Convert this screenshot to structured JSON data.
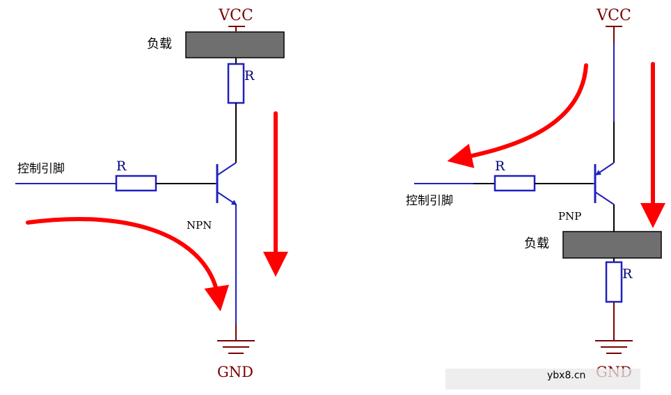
{
  "colors": {
    "wire_blue": "#1f1fbf",
    "wire_black": "#000000",
    "power_red": "#7a0000",
    "arrow_red": "#ff0000",
    "load_fill": "#6f6f6f"
  },
  "npn_circuit": {
    "vcc_label": "VCC",
    "load_label": "负载",
    "collector_resistor_label": "R",
    "base_resistor_label": "R",
    "control_pin_label": "控制引脚",
    "transistor_label": "NPN",
    "gnd_label": "GND"
  },
  "pnp_circuit": {
    "vcc_label": "VCC",
    "base_resistor_label": "R",
    "control_pin_label": "控制引脚",
    "transistor_label": "PNP",
    "load_label": "负载",
    "emitter_resistor_label": "R",
    "gnd_label": "GND"
  },
  "watermark": {
    "site_text": "ybx8.cn"
  }
}
